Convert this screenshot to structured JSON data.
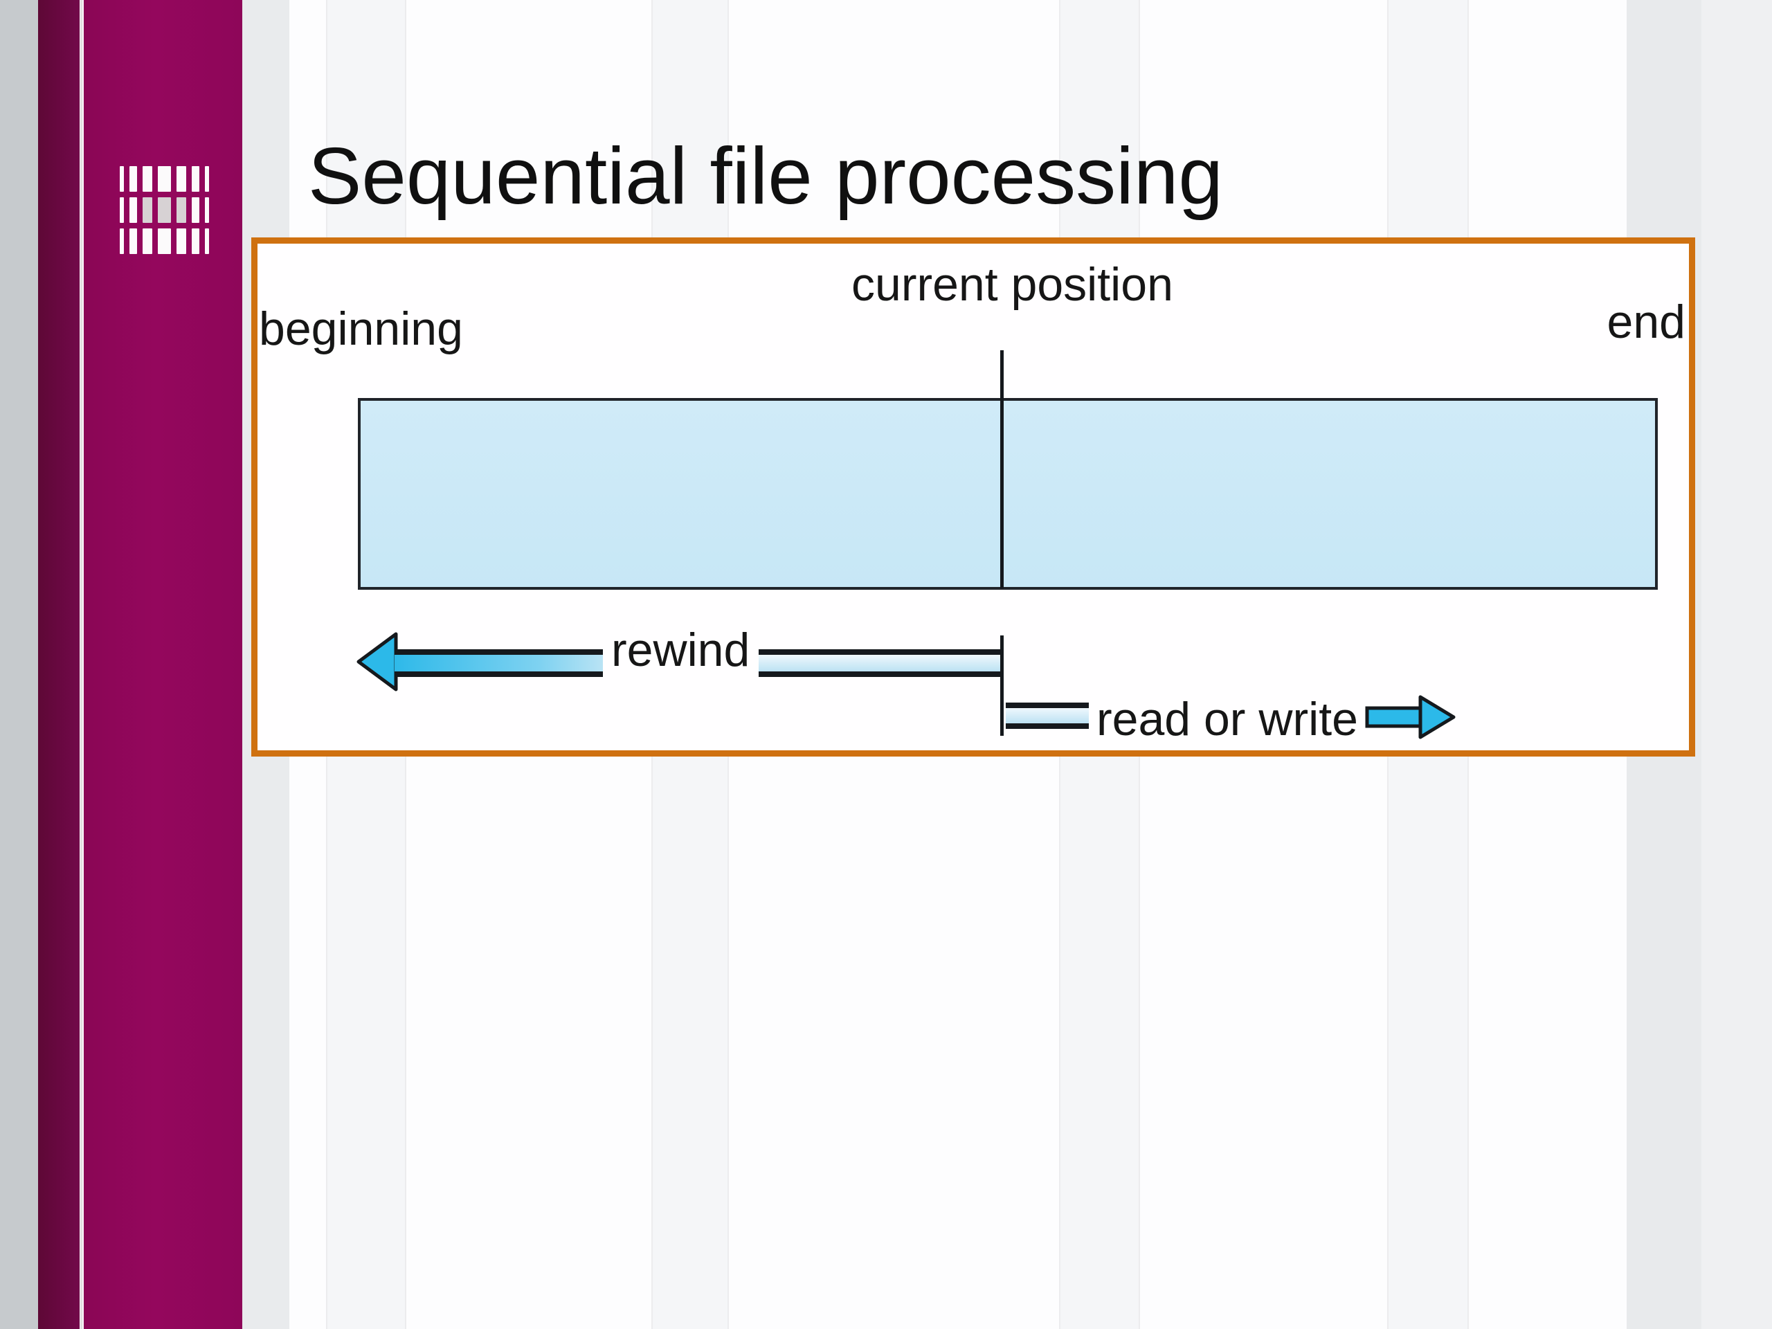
{
  "slide": {
    "title": "Sequential file processing"
  },
  "figure": {
    "labels": {
      "beginning": "beginning",
      "current_position": "current position",
      "end": "end",
      "rewind": "rewind",
      "read_or_write": "read or write"
    }
  },
  "colors": {
    "accent_orange": "#cf7110",
    "sidebar_magenta": "#8e0659",
    "sidebar_dark_magenta": "#650a3d",
    "arrow_cyan": "#2cb9e9",
    "file_fill_blue": "#c7e7f6",
    "background": "#fdfdfe",
    "ink": "#161616"
  },
  "icons": {
    "sidebar_icon": "mosaic-grid-icon",
    "rewind_arrow": "arrow-left-icon",
    "read_write_arrow": "arrow-right-icon"
  }
}
